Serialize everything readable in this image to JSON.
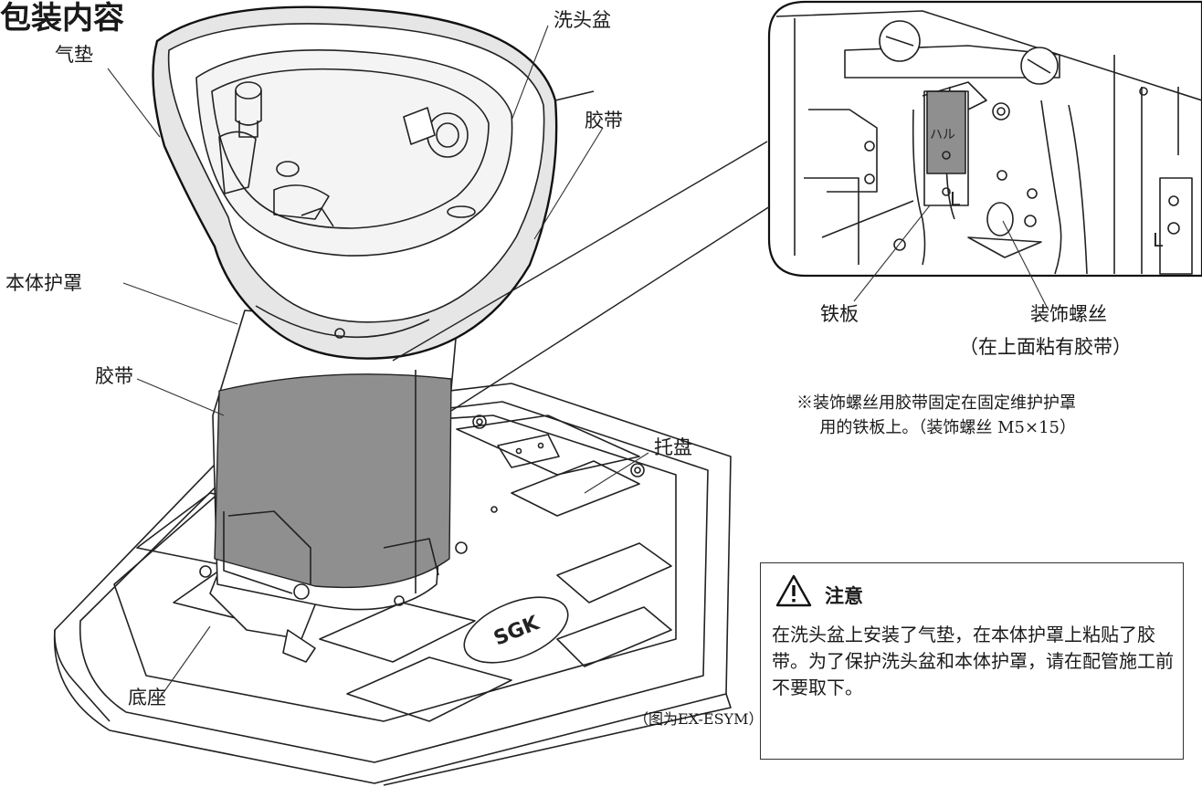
{
  "heading": "包装内容",
  "labels": {
    "air_cushion": "气垫",
    "shampoo_bowl": "洗头盆",
    "tape_top": "胶带",
    "body_cover": "本体护罩",
    "tape_left": "胶带",
    "tray": "托盘",
    "base": "底座",
    "iron_plate": "铁板",
    "deco_screw": "装饰螺丝",
    "deco_screw_note": "（在上面粘有胶带）"
  },
  "detail_labels": {
    "l_mark_1": "L",
    "l_mark_2": "L",
    "tape_scribble": "ハル"
  },
  "brand_mark": "SGK",
  "note": {
    "line1": "※装饰螺丝用胶带固定在固定维护护罩",
    "line2": "用的铁板上。（装饰螺丝 M5×15）"
  },
  "caution": {
    "title": "注意",
    "icon": "warning-triangle-icon",
    "body": "在洗头盆上安装了气垫，在本体护罩上粘贴了胶带。为了保护洗头盆和本体护罩，请在配管施工前不要取下。"
  },
  "caption": "（图为EX-ESYM）",
  "colors": {
    "tape_gray": "#8f8f8f",
    "outline": "#222222"
  }
}
